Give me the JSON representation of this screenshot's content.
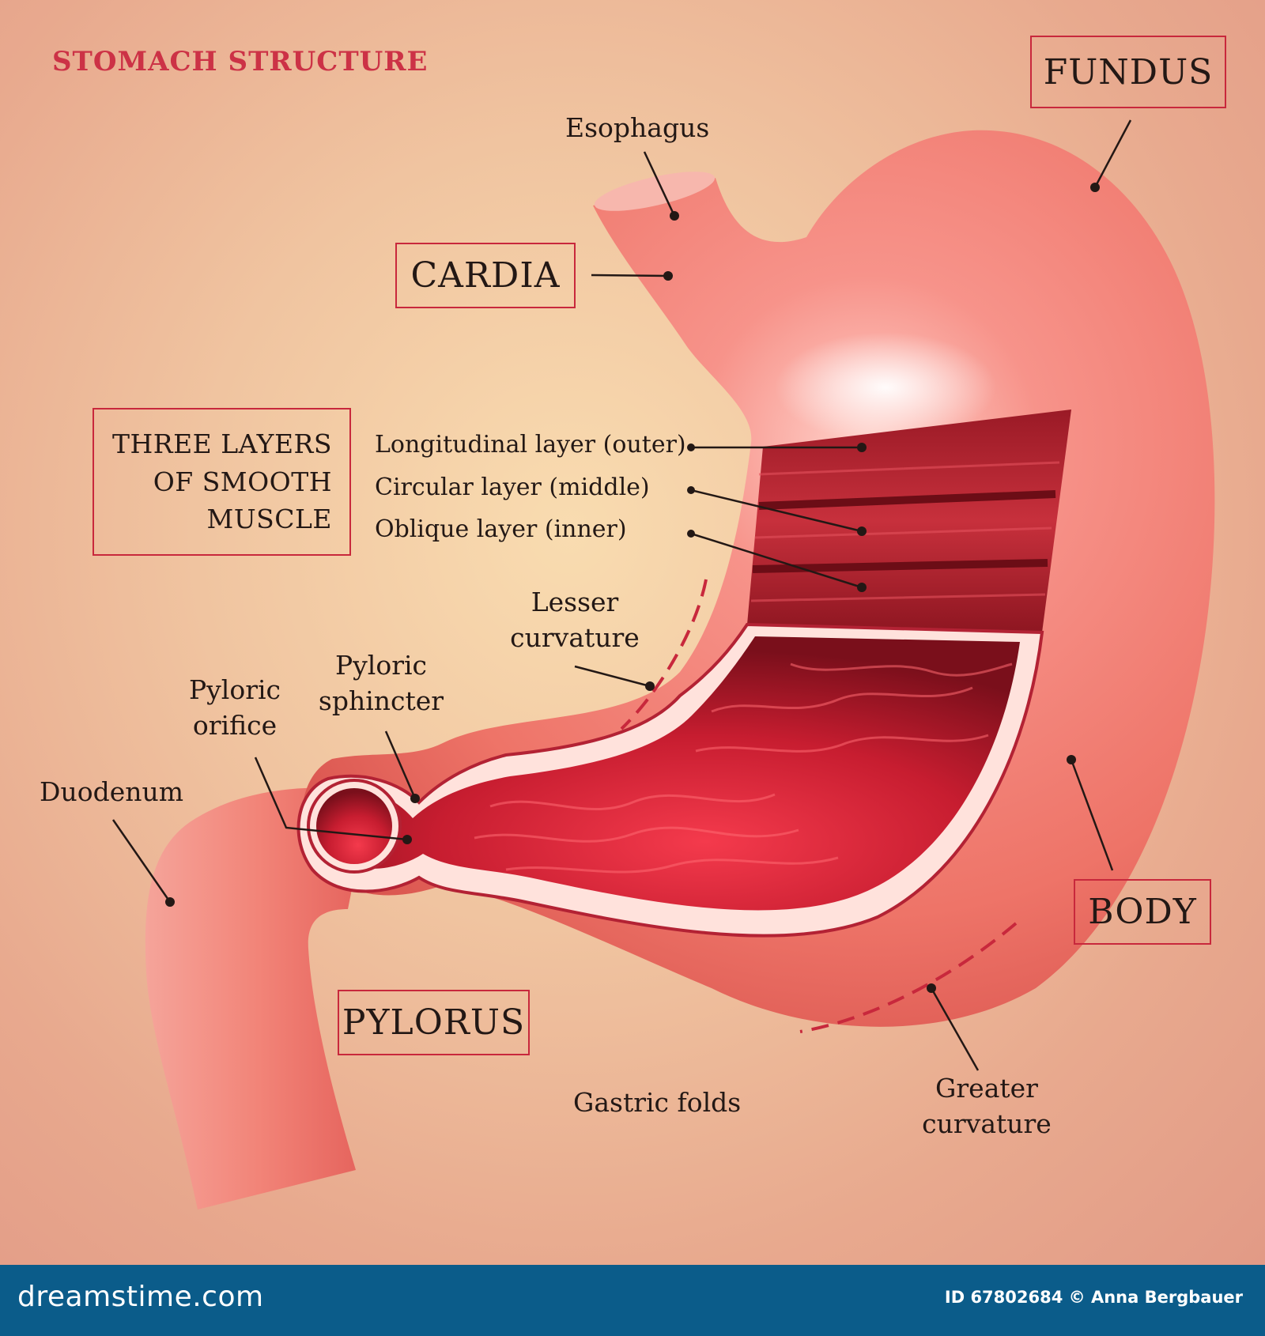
{
  "title": "STOMACH STRUCTURE",
  "regions": {
    "fundus": "FUNDUS",
    "cardia": "CARDIA",
    "body": "BODY",
    "pylorus": "PYLORUS"
  },
  "muscle_box": {
    "lines": [
      "THREE LAYERS",
      "OF SMOOTH",
      "MUSCLE"
    ]
  },
  "labels": {
    "esophagus": "Esophagus",
    "longitudinal": "Longitudinal layer (outer)",
    "circular": "Circular layer (middle)",
    "oblique": "Oblique layer (inner)",
    "lesser_1": "Lesser",
    "lesser_2": "curvature",
    "pyloric_sphincter_1": "Pyloric",
    "pyloric_sphincter_2": "sphincter",
    "pyloric_orifice_1": "Pyloric",
    "pyloric_orifice_2": "orifice",
    "duodenum": "Duodenum",
    "gastric_folds": "Gastric folds",
    "greater_1": "Greater",
    "greater_2": "curvature"
  },
  "footer": {
    "site": "dreamstime.com",
    "credit": "ID 67802684 © Anna Bergbauer"
  },
  "colors": {
    "accent": "#c8283c",
    "footer_bg": "#0b5c8a"
  }
}
